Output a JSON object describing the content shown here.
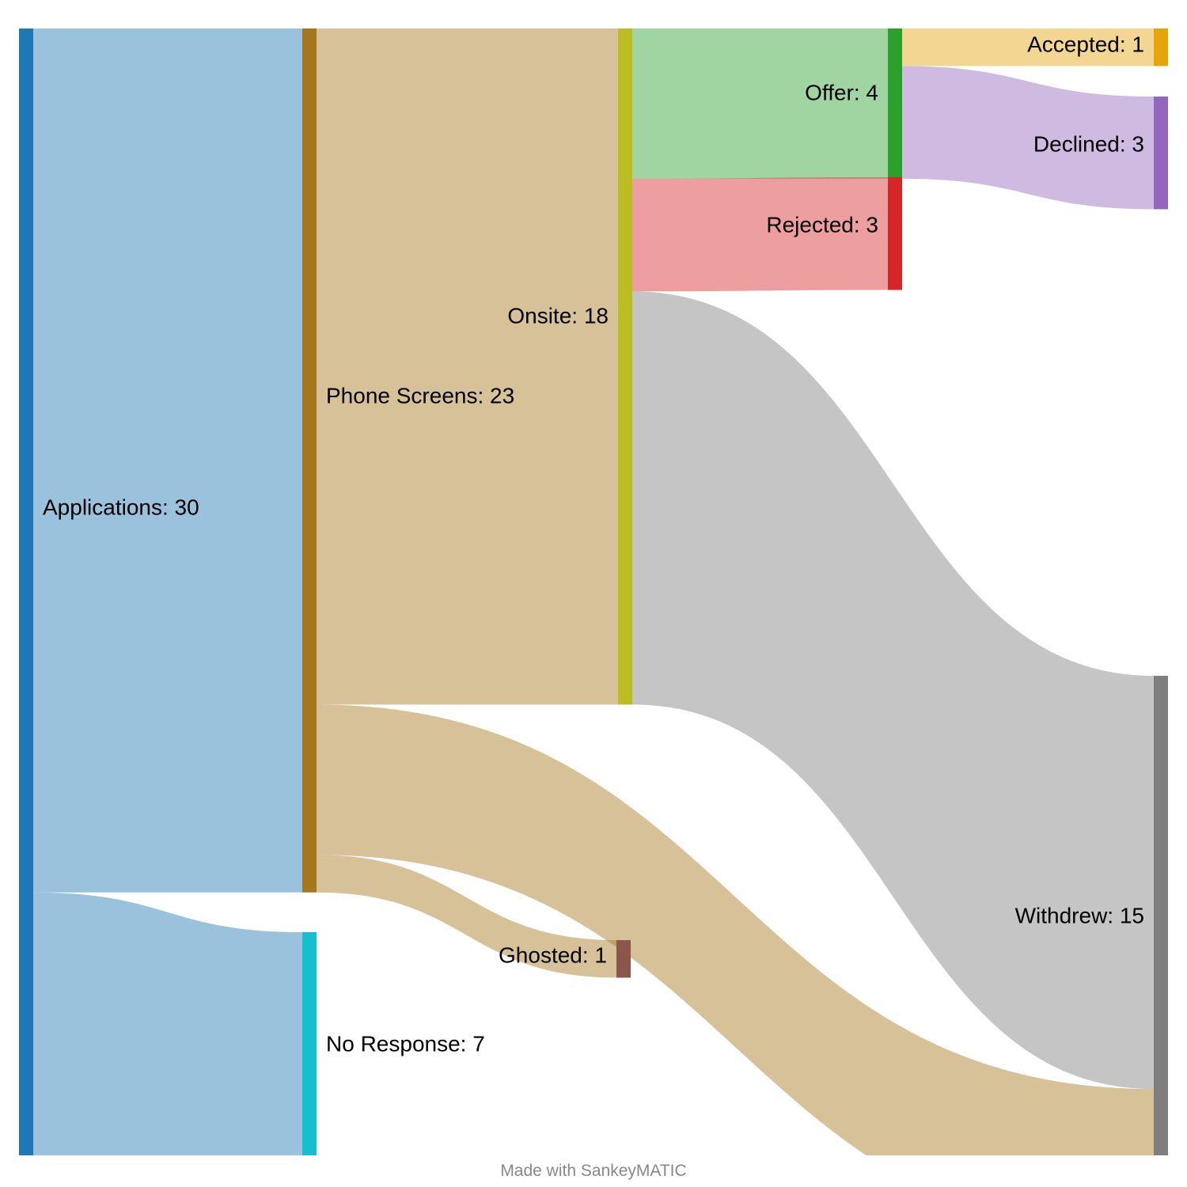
{
  "chart_data": {
    "type": "sankey",
    "nodes": [
      {
        "id": "applications",
        "name": "Applications",
        "value": 30,
        "label": "Applications: 30",
        "color": "#1f77b4"
      },
      {
        "id": "phone_screens",
        "name": "Phone Screens",
        "value": 23,
        "label": "Phone Screens: 23",
        "color": "#a6761d"
      },
      {
        "id": "no_response",
        "name": "No Response",
        "value": 7,
        "label": "No Response: 7",
        "color": "#17becf"
      },
      {
        "id": "onsite",
        "name": "Onsite",
        "value": 18,
        "label": "Onsite: 18",
        "color": "#bcbd22"
      },
      {
        "id": "ghosted",
        "name": "Ghosted",
        "value": 1,
        "label": "Ghosted: 1",
        "color": "#8c564b"
      },
      {
        "id": "offer",
        "name": "Offer",
        "value": 4,
        "label": "Offer: 4",
        "color": "#2ca02c"
      },
      {
        "id": "rejected",
        "name": "Rejected",
        "value": 3,
        "label": "Rejected: 3",
        "color": "#d62728"
      },
      {
        "id": "accepted",
        "name": "Accepted",
        "value": 1,
        "label": "Accepted: 1",
        "color": "#e5a50a"
      },
      {
        "id": "declined",
        "name": "Declined",
        "value": 3,
        "label": "Declined: 3",
        "color": "#9467bd"
      },
      {
        "id": "withdrew",
        "name": "Withdrew",
        "value": 15,
        "label": "Withdrew: 15",
        "color": "#7f7f7f"
      }
    ],
    "links": [
      {
        "source": "applications",
        "target": "phone_screens",
        "value": 23
      },
      {
        "source": "applications",
        "target": "no_response",
        "value": 7
      },
      {
        "source": "phone_screens",
        "target": "onsite",
        "value": 18
      },
      {
        "source": "phone_screens",
        "target": "withdrew",
        "value": 4
      },
      {
        "source": "phone_screens",
        "target": "ghosted",
        "value": 1
      },
      {
        "source": "onsite",
        "target": "offer",
        "value": 4
      },
      {
        "source": "onsite",
        "target": "rejected",
        "value": 3
      },
      {
        "source": "onsite",
        "target": "withdrew",
        "value": 11
      },
      {
        "source": "offer",
        "target": "accepted",
        "value": 1
      },
      {
        "source": "offer",
        "target": "declined",
        "value": 3
      }
    ]
  },
  "footer": {
    "credit": "Made with SankeyMATIC"
  }
}
